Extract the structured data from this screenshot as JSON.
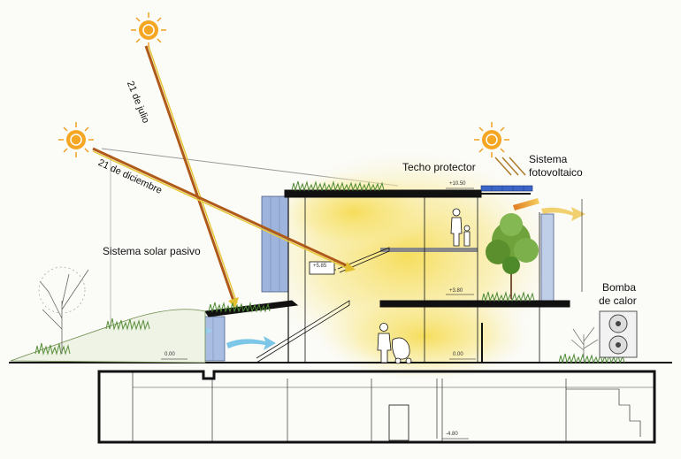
{
  "labels": {
    "july": "21 de julio",
    "december": "21 de diciembre",
    "passive_solar": "Sistema solar pasivo",
    "protective_roof": "Techo protector",
    "pv_line1": "Sistema",
    "pv_line2": "fotovoltaico",
    "heat_pump_line1": "Bomba",
    "heat_pump_line2": "de calor"
  },
  "levels": {
    "roof": "+10.50",
    "mid": "+5.85",
    "first": "+3.80",
    "ground_left": "0.00",
    "ground_right": "0.00",
    "basement": "-4.80"
  },
  "colors": {
    "sun": "#f0a020",
    "sun_ray": "#c8a418",
    "glow": "#f8e37a",
    "structure": "#111111",
    "glass": "#8ea9d6",
    "cool_air": "#3b6fd4",
    "warm_air": "#e8a030",
    "vegetation": "#5a8f3a"
  },
  "icons": [
    "sun-icon",
    "tree-icon",
    "person-icon",
    "heat-pump-icon"
  ]
}
